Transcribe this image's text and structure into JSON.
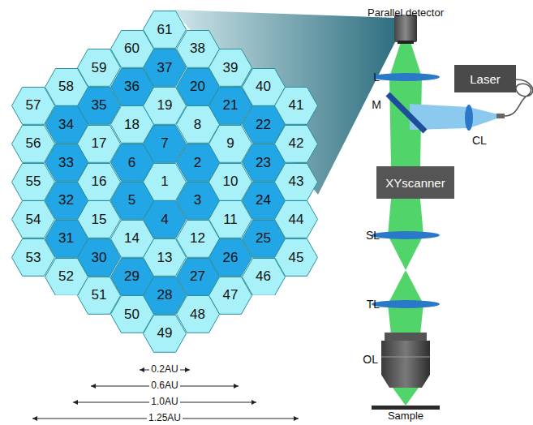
{
  "diagram": {
    "nodes": [
      {
        "text": [
          "1"
        ]
      },
      {
        "text": [
          "2"
        ]
      },
      {
        "text": [
          "3"
        ]
      },
      {
        "text": [
          "4"
        ]
      },
      {
        "text": [
          "5"
        ]
      },
      {
        "text": [
          "6"
        ]
      },
      {
        "text": [
          "7"
        ]
      },
      {
        "text": [
          "8"
        ]
      },
      {
        "text": [
          "9"
        ]
      },
      {
        "text": [
          "10"
        ]
      },
      {
        "text": [
          "11"
        ]
      },
      {
        "text": [
          "12"
        ]
      },
      {
        "text": [
          "13"
        ]
      },
      {
        "text": [
          "14"
        ]
      },
      {
        "text": [
          "15"
        ]
      },
      {
        "text": [
          "16"
        ]
      },
      {
        "text": [
          "17"
        ]
      },
      {
        "text": [
          "18"
        ]
      },
      {
        "text": [
          "19"
        ]
      },
      {
        "text": [
          "20"
        ]
      },
      {
        "text": [
          "21"
        ]
      },
      {
        "text": [
          "22"
        ]
      },
      {
        "text": [
          "23"
        ]
      },
      {
        "text": [
          "24"
        ]
      },
      {
        "text": [
          "25"
        ]
      },
      {
        "text": [
          "26"
        ]
      },
      {
        "text": [
          "27"
        ]
      },
      {
        "text": [
          "28"
        ]
      },
      {
        "text": [
          "29"
        ]
      },
      {
        "text": [
          "30"
        ]
      },
      {
        "text": [
          "31"
        ]
      },
      {
        "text": [
          "32"
        ]
      },
      {
        "text": [
          "33"
        ]
      },
      {
        "text": [
          "34"
        ]
      },
      {
        "text": [
          "35"
        ]
      },
      {
        "text": [
          "36"
        ]
      },
      {
        "text": [
          "37"
        ]
      },
      {
        "text": [
          "38"
        ]
      },
      {
        "text": [
          "39"
        ]
      },
      {
        "text": [
          "40"
        ]
      },
      {
        "text": [
          "41"
        ]
      },
      {
        "text": [
          "42"
        ]
      },
      {
        "text": [
          "43"
        ]
      },
      {
        "text": [
          "44"
        ]
      },
      {
        "text": [
          "45"
        ]
      },
      {
        "text": [
          "46"
        ]
      },
      {
        "text": [
          "47"
        ]
      },
      {
        "text": [
          "48"
        ]
      },
      {
        "text": [
          "49"
        ]
      },
      {
        "text": [
          "50"
        ]
      },
      {
        "text": [
          "51"
        ]
      },
      {
        "text": [
          "52"
        ]
      },
      {
        "text": [
          "53"
        ]
      },
      {
        "text": [
          "54"
        ]
      },
      {
        "text": [
          "55"
        ]
      },
      {
        "text": [
          "56"
        ]
      },
      {
        "text": [
          "57"
        ]
      },
      {
        "text": [
          "58"
        ]
      },
      {
        "text": [
          "59"
        ]
      },
      {
        "text": [
          "60"
        ]
      },
      {
        "text": [
          "61"
        ]
      },
      {
        "text": [
          "Laser"
        ]
      },
      {
        "text": [
          "XYscanner"
        ]
      }
    ],
    "labels": [
      "Parallel detector",
      "L",
      "M",
      "CL",
      "SL",
      "TL",
      "OL",
      "Sample",
      "0.2AU",
      "0.6AU",
      "1.0AU",
      "1.25AU"
    ]
  }
}
